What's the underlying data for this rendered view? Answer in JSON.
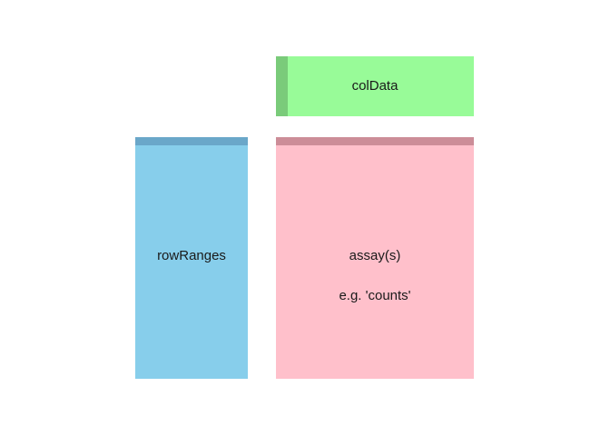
{
  "diagram": {
    "coldata": {
      "label": "colData",
      "fill": "#98fb98",
      "accent": "#7acb7a"
    },
    "rowranges": {
      "label": "rowRanges",
      "fill": "#87ceeb",
      "accent": "#6aa7c9"
    },
    "assay": {
      "label": "assay(s)",
      "sublabel": "e.g. 'counts'",
      "fill": "#ffc0cb",
      "accent": "#cc8d98"
    }
  }
}
